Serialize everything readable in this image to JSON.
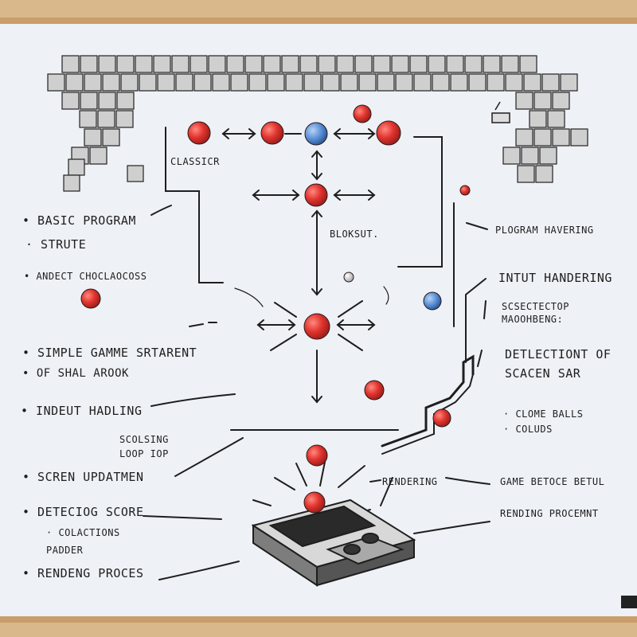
{
  "colors": {
    "frame": "#d9b98b",
    "board": "#eef1f6",
    "ink": "#1e1e1e",
    "red_ball": "#e2342f",
    "blue_ball": "#5a8fd6",
    "block": "#c9c9c9"
  },
  "left_labels": [
    {
      "id": "basic-program",
      "text": "• BASIC PROGRAM"
    },
    {
      "id": "strute",
      "text": "· STRUTE"
    },
    {
      "id": "andect",
      "text": "• ANDECT CHOCLAOCOSS"
    },
    {
      "id": "simple-game",
      "text": "• SIMPLE GAMME SRTARENT"
    },
    {
      "id": "shal-arook",
      "text": "• OF SHAL AROOK"
    },
    {
      "id": "indeut-hadling",
      "text": "• INDEUT HADLING"
    },
    {
      "id": "scolsing",
      "text": "SCOLSING"
    },
    {
      "id": "loop",
      "text": "LOOP IOP"
    },
    {
      "id": "scren-updatmen",
      "text": "• SCREN UPDATMEN"
    },
    {
      "id": "detecing-score",
      "text": "• DETECIOG SCORE"
    },
    {
      "id": "colactions",
      "text": "· COLACTIONS"
    },
    {
      "id": "padder",
      "text": "PADDER"
    },
    {
      "id": "rendeng-proces",
      "text": "• RENDENG PROCES"
    }
  ],
  "center_labels": [
    {
      "id": "classicr",
      "text": "CLASSICR"
    },
    {
      "id": "bloksut",
      "text": "BLOKSUT."
    },
    {
      "id": "rendering",
      "text": "RENDERING"
    }
  ],
  "right_labels": [
    {
      "id": "plogram-havering",
      "text": "PLOGRAM HAVERING"
    },
    {
      "id": "intut-handering",
      "text": "INTUT HANDERING"
    },
    {
      "id": "scsectector",
      "text": "SCSECTECTOP"
    },
    {
      "id": "maoohbeng",
      "text": "MAOOHBENG:"
    },
    {
      "id": "detlectiont",
      "text": "DETLECTIONT OF"
    },
    {
      "id": "scacen-sar",
      "text": "SCACEN SAR"
    },
    {
      "id": "clome-balls",
      "text": "· CLOME BALLS"
    },
    {
      "id": "coluds",
      "text": "· COLUDS"
    },
    {
      "id": "game-betoce",
      "text": "GAME BETOCE BETUL"
    },
    {
      "id": "rending-procemnt",
      "text": "RENDING PROCEMNT"
    }
  ]
}
